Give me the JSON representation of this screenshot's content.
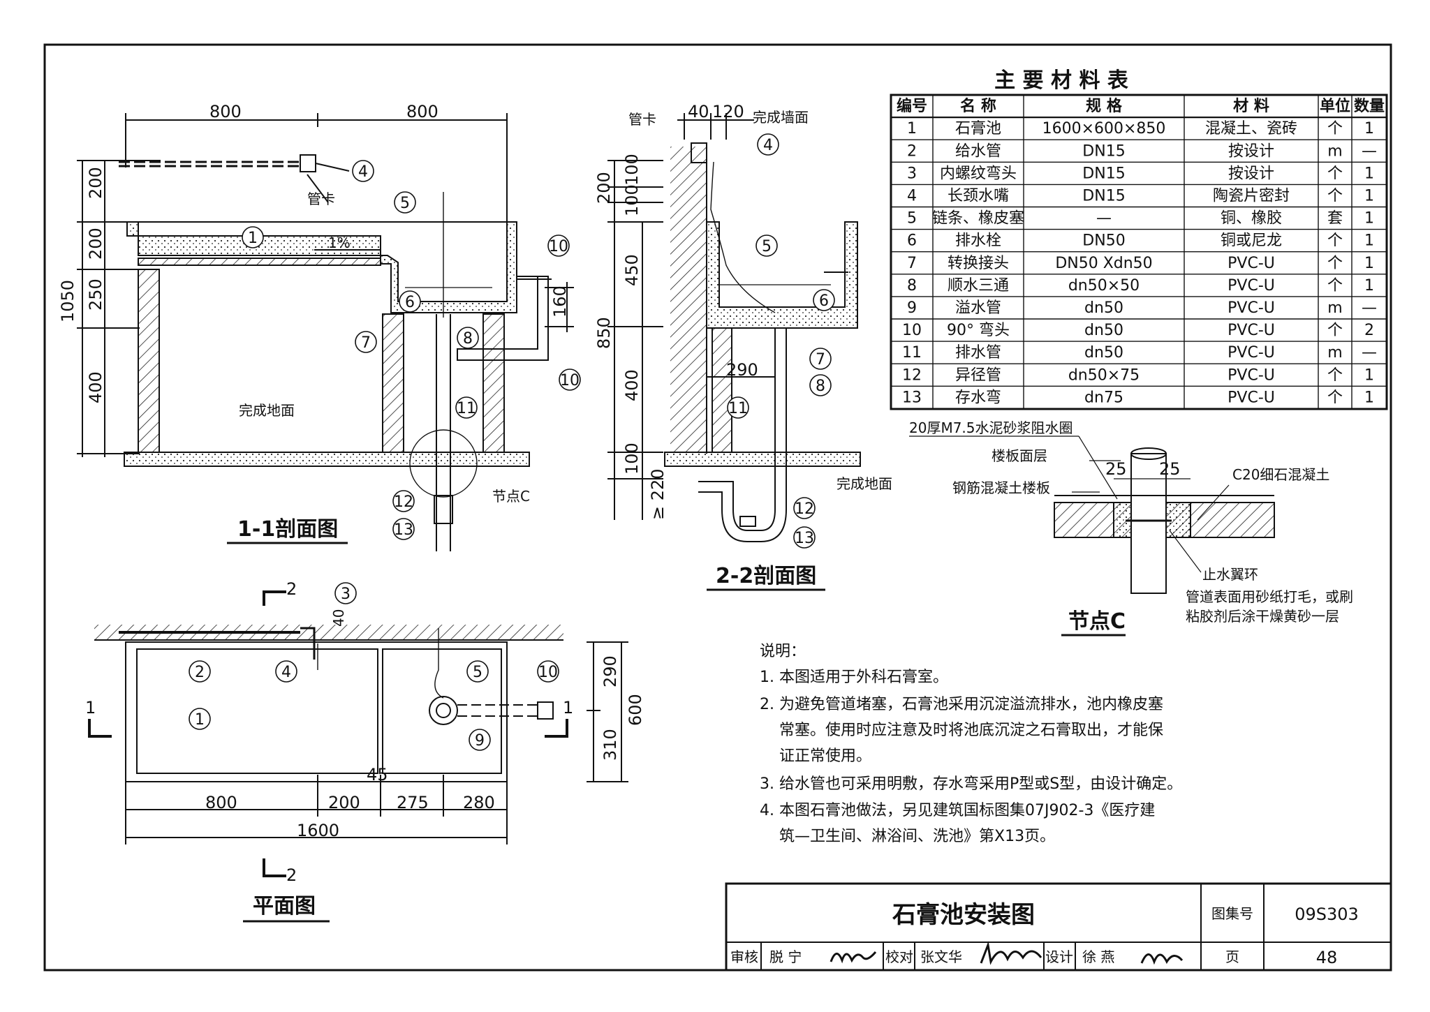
{
  "material_table": {
    "title": "主 要 材 料 表",
    "headers": [
      "编号",
      "名 称",
      "规 格",
      "材 料",
      "单位",
      "数量"
    ],
    "rows": [
      [
        "1",
        "石膏池",
        "1600×600×850",
        "混凝土、瓷砖",
        "个",
        "1"
      ],
      [
        "2",
        "给水管",
        "DN15",
        "按设计",
        "m",
        "—"
      ],
      [
        "3",
        "内螺纹弯头",
        "DN15",
        "按设计",
        "个",
        "1"
      ],
      [
        "4",
        "长颈水嘴",
        "DN15",
        "陶瓷片密封",
        "个",
        "1"
      ],
      [
        "5",
        "链条、橡皮塞",
        "—",
        "铜、橡胶",
        "套",
        "1"
      ],
      [
        "6",
        "排水栓",
        "DN50",
        "铜或尼龙",
        "个",
        "1"
      ],
      [
        "7",
        "转换接头",
        "DN50 Xdn50",
        "PVC-U",
        "个",
        "1"
      ],
      [
        "8",
        "顺水三通",
        "dn50×50",
        "PVC-U",
        "个",
        "1"
      ],
      [
        "9",
        "溢水管",
        "dn50",
        "PVC-U",
        "m",
        "—"
      ],
      [
        "10",
        "90° 弯头",
        "dn50",
        "PVC-U",
        "个",
        "2"
      ],
      [
        "11",
        "排水管",
        "dn50",
        "PVC-U",
        "m",
        "—"
      ],
      [
        "12",
        "异径管",
        "dn50×75",
        "PVC-U",
        "个",
        "1"
      ],
      [
        "13",
        "存水弯",
        "dn75",
        "PVC-U",
        "个",
        "1"
      ]
    ]
  },
  "section11": {
    "title": "1-1剖面图",
    "dims": {
      "top_left": "800",
      "top_right": "800",
      "h200a": "200",
      "h200b": "200",
      "h250": "250",
      "h400": "400",
      "total": "1050",
      "h160": "160"
    },
    "slope": "1%",
    "pipe_clamp": "管卡",
    "floor": "完成地面",
    "node": "节点C"
  },
  "section22": {
    "title": "2-2剖面图",
    "dims": {
      "d40": "40",
      "d120": "120",
      "h200": "200",
      "h100a": "100",
      "h100b": "100",
      "h450": "450",
      "h850": "850",
      "h400": "400",
      "w290": "290",
      "h100c": "100",
      "h220": "≥ 220"
    },
    "pipe_clamp": "管卡",
    "wall": "完成墙面",
    "floor": "完成地面"
  },
  "node_c": {
    "title": "节点C",
    "labels": {
      "mortar": "20厚M7.5水泥砂浆阻水圈",
      "floor_surface": "楼板面层",
      "slab": "钢筋混凝土楼板",
      "d25a": "25",
      "d25b": "25",
      "concrete": "C20细石混凝土",
      "ring": "止水翼环",
      "note1": "管道表面用砂纸打毛，或刷",
      "note2": "粘胶剂后涂干燥黄砂一层"
    }
  },
  "plan": {
    "title": "平面图",
    "dims": {
      "d800": "800",
      "d200": "200",
      "d275": "275",
      "d280": "280",
      "d1600": "1600",
      "d45": "45",
      "d40": "40",
      "d290": "290",
      "d310": "310",
      "d600": "600"
    },
    "cut_marks": {
      "one": "1",
      "two": "2"
    }
  },
  "notes": {
    "heading": "说明：",
    "items": [
      "1. 本图适用于外科石膏室。",
      "2. 为避免管道堵塞，石膏池采用沉淀溢流排水，池内橡皮塞",
      "常塞。使用时应注意及时将池底沉淀之石膏取出，才能保",
      "证正常使用。",
      "3. 给水管也可采用明敷，存水弯采用P型或S型，由设计确定。",
      "4. 本图石膏池做法，另见建筑国标图集07J902-3《医疗建",
      "筑—卫生间、淋浴间、洗池》第X13页。"
    ]
  },
  "title_block": {
    "title": "石膏池安装图",
    "atlas_label": "图集号",
    "atlas_no": "09S303",
    "page_label": "页",
    "page_no": "48",
    "review": "审核",
    "reviewer": "脱 宁",
    "check": "校对",
    "checker": "张文华",
    "design": "设计",
    "designer": "徐 燕"
  }
}
